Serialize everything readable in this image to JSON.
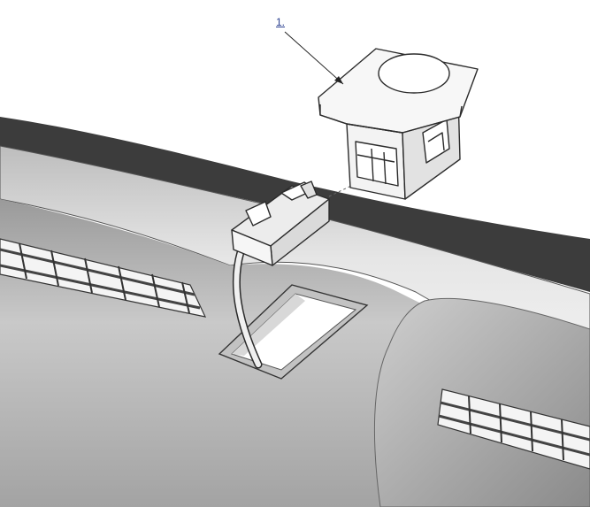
{
  "callouts": [
    {
      "label": "1."
    }
  ],
  "colors": {
    "dash_dark": "#3c3c3c",
    "dash_mid": "#8e8e8e",
    "dash_light": "#d4d4d4",
    "part_outline": "#2b2b2b",
    "callout_text": "#2a3f8f"
  },
  "parts": {
    "switch": "switch-assembly",
    "connector": "wire-connector",
    "opening": "panel-opening",
    "vents": "vent-grille"
  }
}
